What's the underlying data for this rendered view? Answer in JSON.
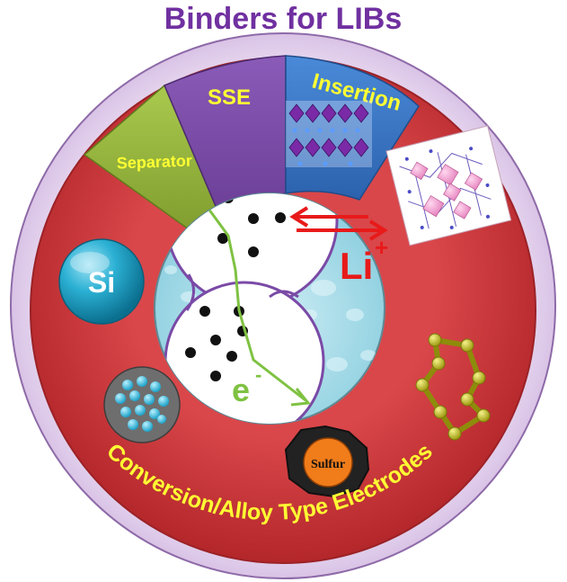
{
  "title": "Binders for LIBs",
  "segments": {
    "separator": "Separator",
    "sse": "SSE",
    "insertion": "Insertion",
    "conversion": "Conversion/Alloy Type Electrodes"
  },
  "labels": {
    "si": "Si",
    "sulfur": "Sulfur",
    "lithium": "Li",
    "lithium_sup": "+",
    "electron": "e",
    "electron_sup": "-"
  },
  "colors": {
    "title": "#7030a0",
    "outer_ring": "#e6d5ef",
    "outer_ring_border": "#8e6aa8",
    "separator": "#92b43c",
    "sse": "#7a4aa6",
    "insertion": "#3a78c8",
    "conversion": "#c8373a",
    "label_yellow": "#ffff33",
    "si_ball": "#1fa3c8",
    "sulfur_core": "#f07c1a",
    "li_red": "#e81a1a",
    "electron_green": "#7fc242",
    "chain_gold": "#c9c81e"
  }
}
